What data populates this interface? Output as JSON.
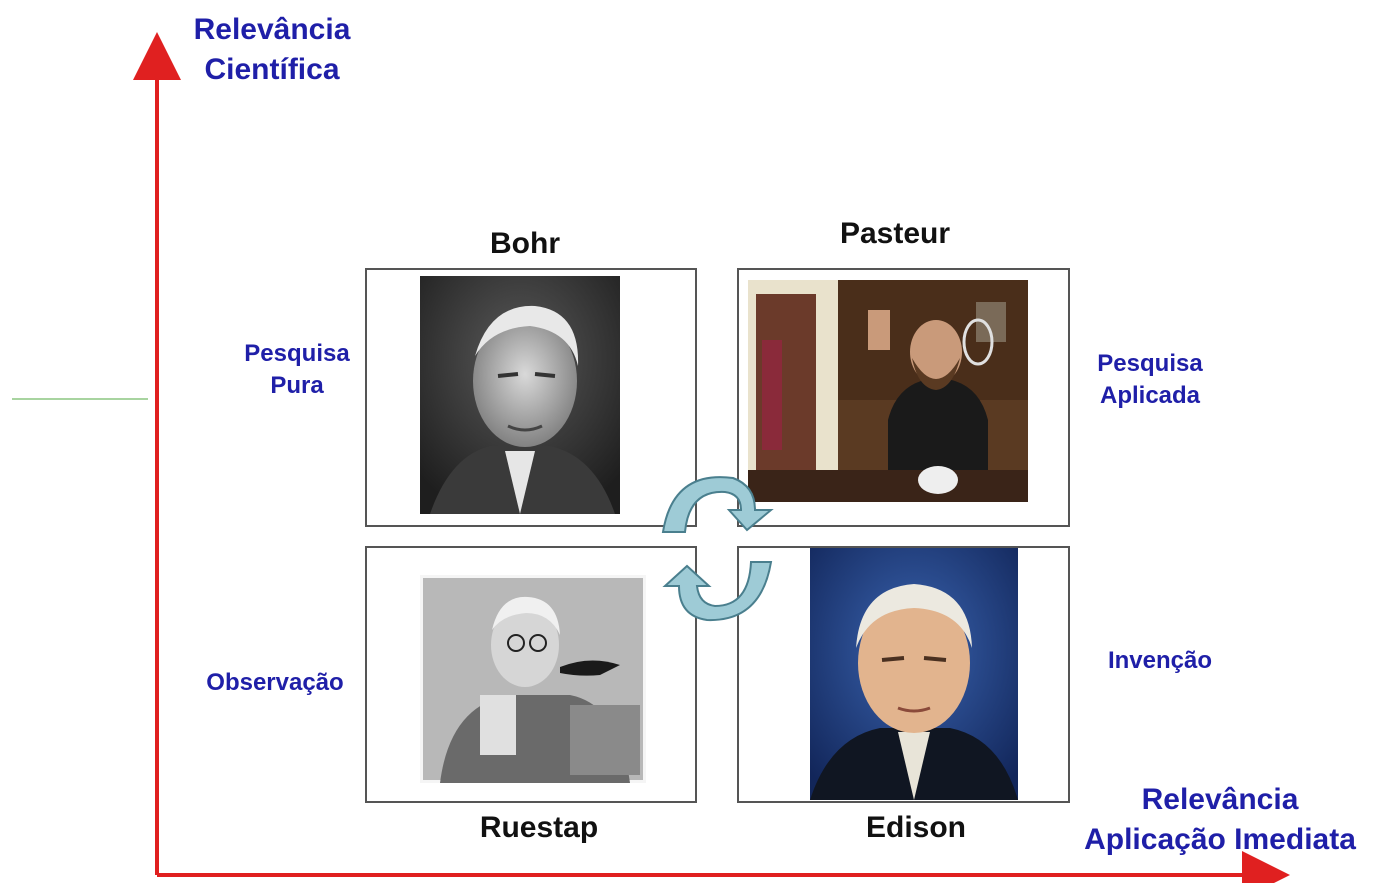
{
  "axes": {
    "y_label_line1": "Relevância",
    "y_label_line2": "Científica",
    "x_label_line1": "Relevância",
    "x_label_line2": "Aplicação Imediata",
    "axis_color": "#e02020"
  },
  "quadrants": {
    "top_left": {
      "name": "Bohr",
      "label_line1": "Pesquisa",
      "label_line2": "Pura",
      "photo_icon": "portrait-photo"
    },
    "top_right": {
      "name": "Pasteur",
      "label_line1": "Pesquisa",
      "label_line2": "Aplicada",
      "photo_icon": "laboratory-photo"
    },
    "bottom_left": {
      "name": "Ruestap",
      "label": "Observação",
      "photo_icon": "bird-watcher-photo"
    },
    "bottom_right": {
      "name": "Edison",
      "label": "Invenção",
      "photo_icon": "portrait-painting"
    }
  },
  "colors": {
    "label_blue": "#1f1fa8",
    "cycle_arrow": "#9ecbd6",
    "divider_green": "#a8d4a0"
  }
}
